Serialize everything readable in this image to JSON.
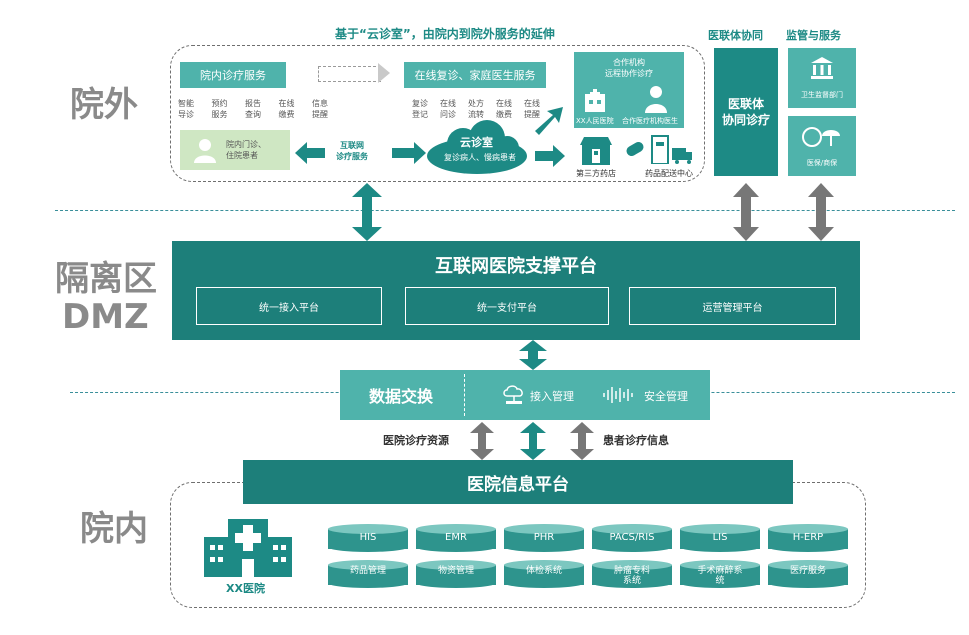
{
  "zones": {
    "outer": "院外",
    "dmz_line1": "隔离区",
    "dmz_line2": "DMZ",
    "inner": "院内"
  },
  "top": {
    "title": "基于“云诊室”，由院内到院外服务的延伸",
    "inhospital_service": "院内诊疗服务",
    "online_service": "在线复诊、家庭医生服务",
    "inhospital_items": [
      "智能\n导诊",
      "预约\n服务",
      "报告\n查询",
      "在线\n缴费",
      "信息\n提醒"
    ],
    "online_items": [
      "复诊\n登记",
      "在线\n问诊",
      "处方\n流转",
      "在线\n缴费",
      "在线\n提醒"
    ],
    "patients_label": "院内门诊、\n住院患者",
    "internet_service": "互联网\n诊疗服务",
    "cloud_title": "云诊室",
    "cloud_sub": "复诊病人、慢病患者",
    "partner_title": "合作机构\n远程协作诊疗",
    "partner_hospital": "XX人民医院",
    "partner_doctor": "合作医疗机构医生",
    "pharmacy": "第三方药店",
    "delivery": "药品配送中心"
  },
  "right": {
    "alliance_title": "医联体协同",
    "alliance_box": "医联体\n协同诊疗",
    "supervision_title": "监管与服务",
    "health_dept": "卫生监督部门",
    "insurance": "医保/商保"
  },
  "dmz": {
    "platform_title": "互联网医院支撑平台",
    "sub1": "统一接入平台",
    "sub2": "统一支付平台",
    "sub3": "运营管理平台"
  },
  "exchange": {
    "title": "数据交换",
    "access": "接入管理",
    "security": "安全管理"
  },
  "flow": {
    "left_label": "医院诊疗资源",
    "right_label": "患者诊疗信息"
  },
  "inner": {
    "platform_title": "医院信息平台",
    "hospital_name": "XX医院",
    "systems_row1": [
      "HIS",
      "EMR",
      "PHR",
      "PACS/RIS",
      "LIS",
      "H-ERP"
    ],
    "systems_row2": [
      "药品管理",
      "物资管理",
      "体检系统",
      "肿瘤专科\n系统",
      "手术麻醉系\n统",
      "医疗服务"
    ]
  }
}
